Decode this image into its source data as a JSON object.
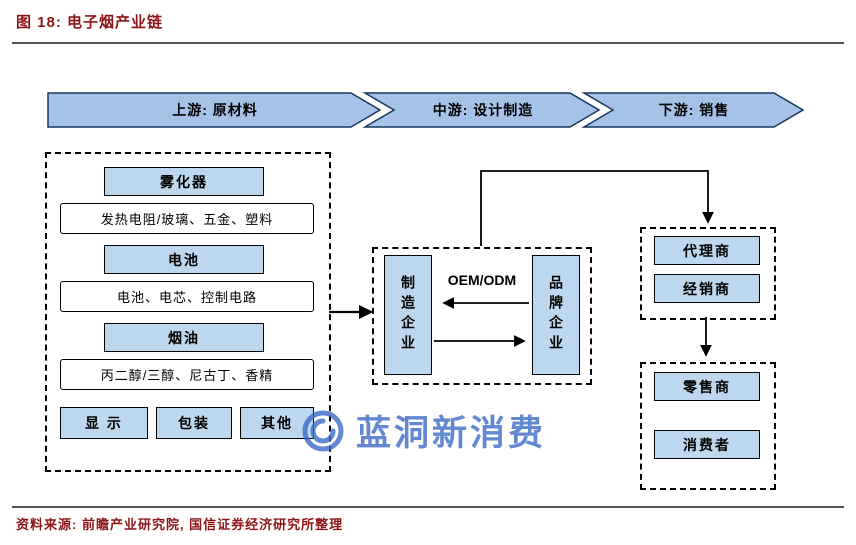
{
  "figure": {
    "title": "图 18: 电子烟产业链",
    "source": "资料来源: 前瞻产业研究院, 国信证券经济研究所整理"
  },
  "banners": [
    {
      "label": "上游: 原材料"
    },
    {
      "label": "中游: 设计制造"
    },
    {
      "label": "下游: 销售"
    }
  ],
  "upstream": {
    "groups": [
      {
        "header": "雾化器",
        "detail": "发热电阻/玻璃、五金、塑料"
      },
      {
        "header": "电池",
        "detail": "电池、电芯、控制电路"
      },
      {
        "header": "烟油",
        "detail": "丙二醇/三醇、尼古丁、香精"
      }
    ],
    "others": [
      "显 示",
      "包装",
      "其他"
    ]
  },
  "midstream": {
    "manufacturer": "制造企业",
    "brand": "品牌企业",
    "relation_label": "OEM/ODM"
  },
  "downstream": {
    "tier1": [
      "代理商",
      "经销商"
    ],
    "tier2": [
      "零售商",
      "消费者"
    ]
  },
  "watermark": {
    "text": "蓝洞新消费"
  },
  "colors": {
    "title_text": "#8e1418",
    "banner_fill": "#a6c2e7",
    "banner_border": "#17375e",
    "box_fill": "#bdd7ee",
    "box_border": "#000000",
    "watermark_blue": "#3a6bc6"
  }
}
